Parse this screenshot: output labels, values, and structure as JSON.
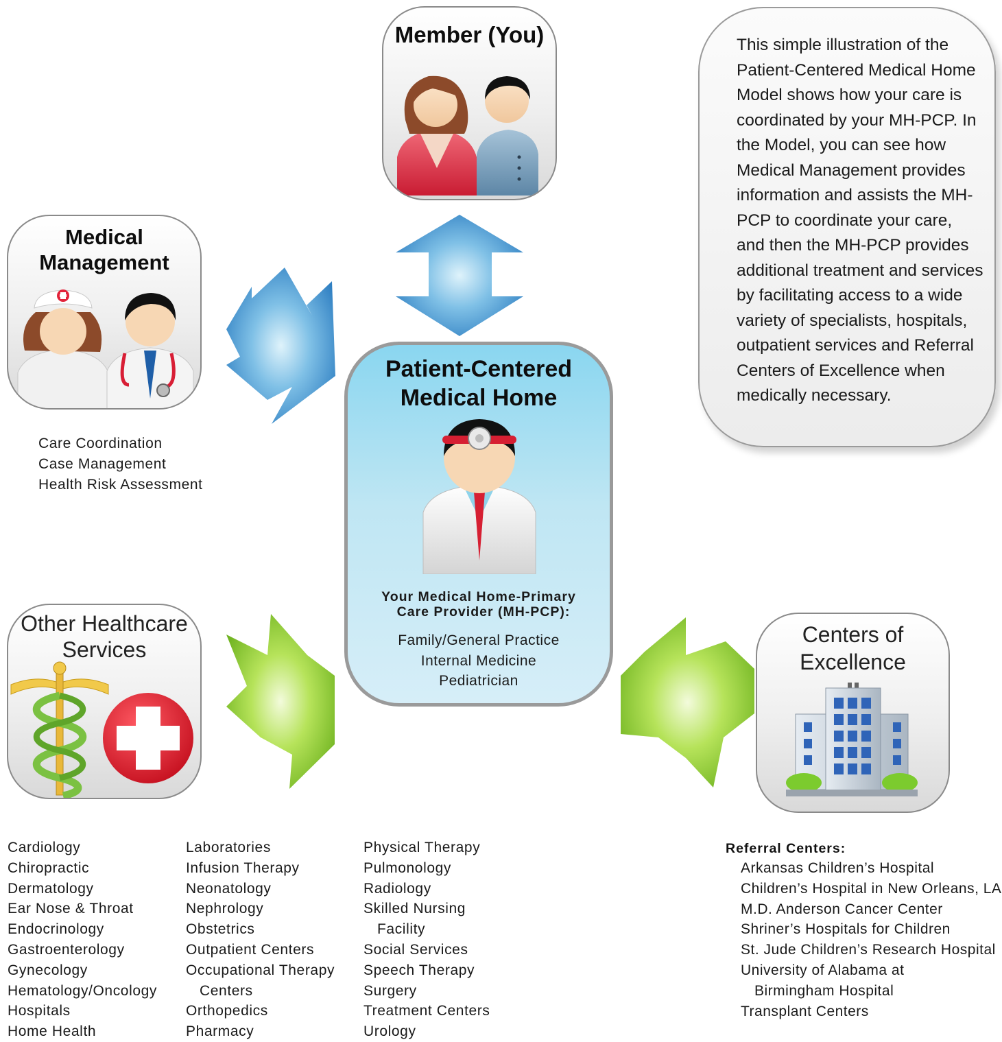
{
  "member": {
    "title": "Member (You)"
  },
  "medical_management": {
    "title_line1": "Medical",
    "title_line2": "Management",
    "items": [
      "Care Coordination",
      "Case Management",
      "Health Risk Assessment"
    ]
  },
  "pcmh": {
    "title_line1": "Patient-Centered",
    "title_line2": "Medical Home",
    "provider_line1": "Your Medical Home-Primary",
    "provider_line2": "Care Provider (MH-PCP):",
    "types": [
      "Family/General Practice",
      "Internal Medicine",
      "Pediatrician"
    ]
  },
  "other_services": {
    "title_line1": "Other Healthcare",
    "title_line2": "Services",
    "col1": [
      "Cardiology",
      "Chiropractic",
      "Dermatology",
      "Ear Nose & Throat",
      "Endocrinology",
      "Gastroenterology",
      "Gynecology",
      "Hematology/Oncology",
      "Hospitals",
      "Home Health"
    ],
    "col2": [
      "Laboratories",
      "Infusion Therapy",
      "Neonatology",
      "Nephrology",
      "Obstetrics",
      "Outpatient Centers",
      "Occupational Therapy",
      "Centers",
      "Orthopedics",
      "Pharmacy"
    ],
    "col3": [
      "Physical Therapy",
      "Pulmonology",
      "Radiology",
      "Skilled Nursing",
      "Facility",
      "Social Services",
      "Speech Therapy",
      "Surgery",
      "Treatment Centers",
      "Urology"
    ]
  },
  "centers": {
    "title_line1": "Centers of",
    "title_line2": "Excellence",
    "referral_heading": "Referral Centers:",
    "referral_list": [
      "Arkansas Children’s Hospital",
      "Children’s Hospital in New Orleans, LA",
      "M.D. Anderson Cancer Center",
      "Shriner’s Hospitals for Children",
      "St. Jude Children’s Research Hospital",
      "University of Alabama at",
      "Birmingham Hospital",
      "Transplant Centers"
    ]
  },
  "note": {
    "text": "This simple illustration of the Patient-Centered Medical Home Model shows how your care is coordinated by your MH-PCP.  In the Model, you can see how Medical Management provides information and assists the MH-PCP to coordinate your care, and then the MH-PCP provides additional treatment and services by facilitating access to a wide variety of specialists, hospitals, outpatient services and Referral Centers of Excellence when medically necessary."
  },
  "colors": {
    "blue_arrow": "#3d8ccc",
    "green_arrow": "#8ccc2e",
    "pcmh_bg": "#bfe6f3",
    "card_border": "#8a8a8a"
  },
  "icons": [
    "member-couple-icon",
    "nurse-icon",
    "doctor-stethoscope-icon",
    "physician-head-mirror-icon",
    "caduceus-icon",
    "red-cross-icon",
    "hospital-building-icon",
    "double-arrow-icon"
  ]
}
